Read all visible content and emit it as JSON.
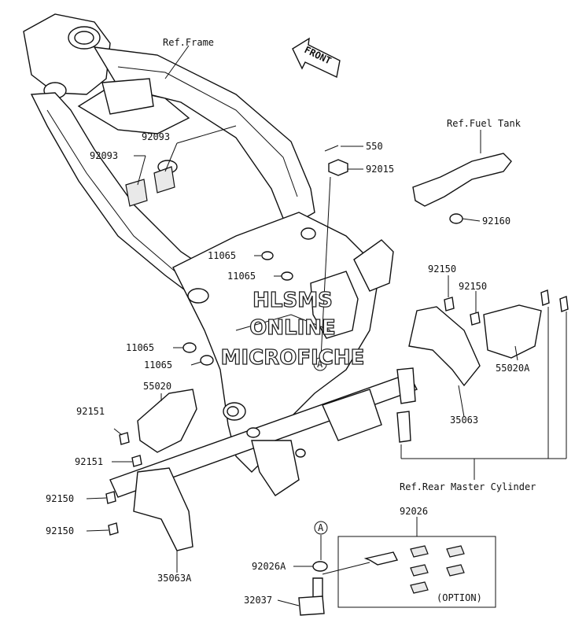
{
  "labels": {
    "ref_frame": "Ref.Frame",
    "front": "FRONT",
    "ref_fuel_tank": "Ref.Fuel Tank",
    "ref_rear_master_cylinder": "Ref.Rear Master Cylinder",
    "option": "(OPTION)",
    "callout_a": "A",
    "callout_a_detail": "A"
  },
  "parts": {
    "p550": "550",
    "p92015": "92015",
    "p92093_upper": "92093",
    "p92093_lower": "92093",
    "p92160": "92160",
    "p11065_1": "11065",
    "p11065_2": "11065",
    "p11065_3": "11065",
    "p11065_4": "11065",
    "p92150_r1": "92150",
    "p92150_r2": "92150",
    "p55020A": "55020A",
    "p35063": "35063",
    "p55020": "55020",
    "p92151_1": "92151",
    "p92151_2": "92151",
    "p92150_l1": "92150",
    "p92150_l2": "92150",
    "p35063A": "35063A",
    "p92026": "92026",
    "p92026A": "92026A",
    "p32037": "32037"
  },
  "watermark": {
    "line1": "HLSMS",
    "line2": "ONLINE",
    "line3": "MICROFICHE"
  }
}
